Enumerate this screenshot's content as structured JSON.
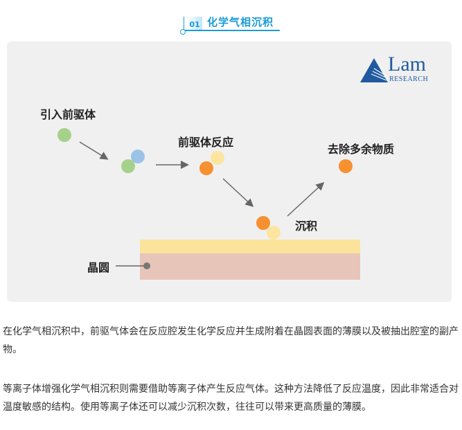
{
  "header": {
    "number": "01",
    "title": "化学气相沉积"
  },
  "logo": {
    "name": "Lam",
    "sub": "RESEARCH"
  },
  "diagram": {
    "step1": "引入前驱体",
    "step2": "前驱体反应",
    "step3": "沉积",
    "step4": "去除多余物质",
    "wafer": "晶圆",
    "colors": {
      "green": "#a6d18a",
      "blue": "#9cc3e6",
      "yellow": "#fde5a0",
      "orange": "#f7902f",
      "film": "#fbe39b",
      "wafer": "#e8c5b9"
    }
  },
  "paragraphs": [
    "在化学气相沉积中，前驱气体会在反应腔发生化学反应并生成附着在晶圆表面的薄膜以及被抽出腔室的副产物。",
    "等离子体增强化学气相沉积则需要借助等离子体产生反应气体。这种方法降低了反应温度，因此非常适合对温度敏感的结构。使用等离子体还可以减少沉积次数，往往可以带来更高质量的薄膜。"
  ]
}
